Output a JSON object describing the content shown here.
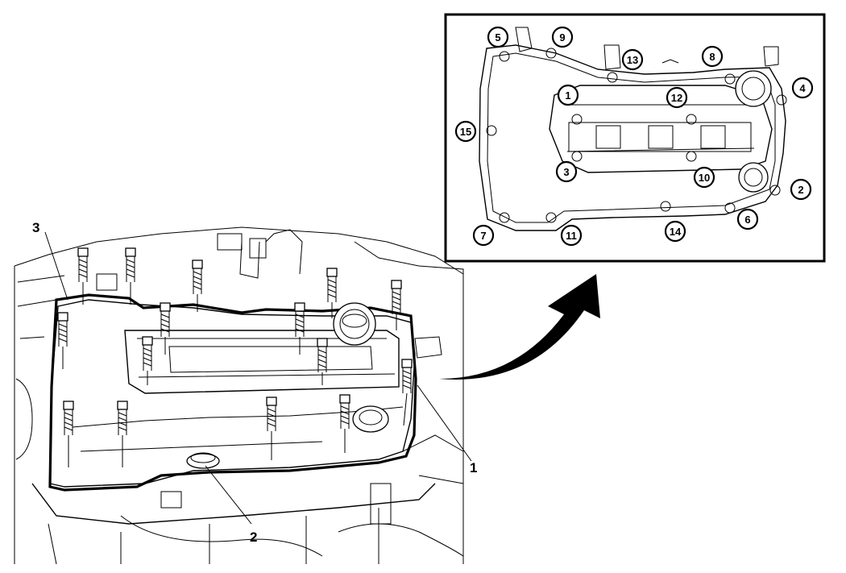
{
  "callouts": {
    "c1": "1",
    "c2": "2",
    "c3": "3"
  },
  "sequence": {
    "s1": "1",
    "s2": "2",
    "s3": "3",
    "s4": "4",
    "s5": "5",
    "s6": "6",
    "s7": "7",
    "s8": "8",
    "s9": "9",
    "s10": "10",
    "s11": "11",
    "s12": "12",
    "s13": "13",
    "s14": "14",
    "s15": "15"
  },
  "colors": {
    "line": "#000000",
    "background": "#ffffff"
  }
}
